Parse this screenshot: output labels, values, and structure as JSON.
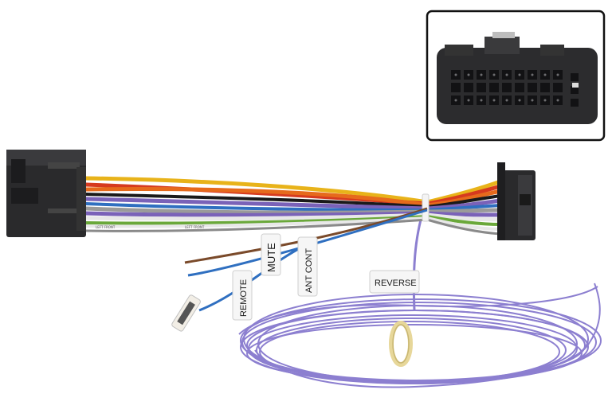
{
  "labels": {
    "mute": "MUTE",
    "ant_cont": "ANT CONT",
    "remote": "REMOTE",
    "reverse": "REVERSE"
  },
  "wire_print": {
    "left_front": "LEFT FRONT"
  },
  "colors": {
    "connector": "#2a2a2c",
    "inset_border": "#111111",
    "yellow": "#e8b31a",
    "red": "#d63a1f",
    "orange": "#e66a1c",
    "brown": "#7a4a2a",
    "blue": "#2f6fc0",
    "violet": "#7a62b8",
    "green": "#6aa83a",
    "white": "#e8e8e8",
    "grey": "#9a9a9a",
    "black": "#1a1a1a",
    "coil": "#8c7fd0",
    "twine": "#e7d79a"
  }
}
